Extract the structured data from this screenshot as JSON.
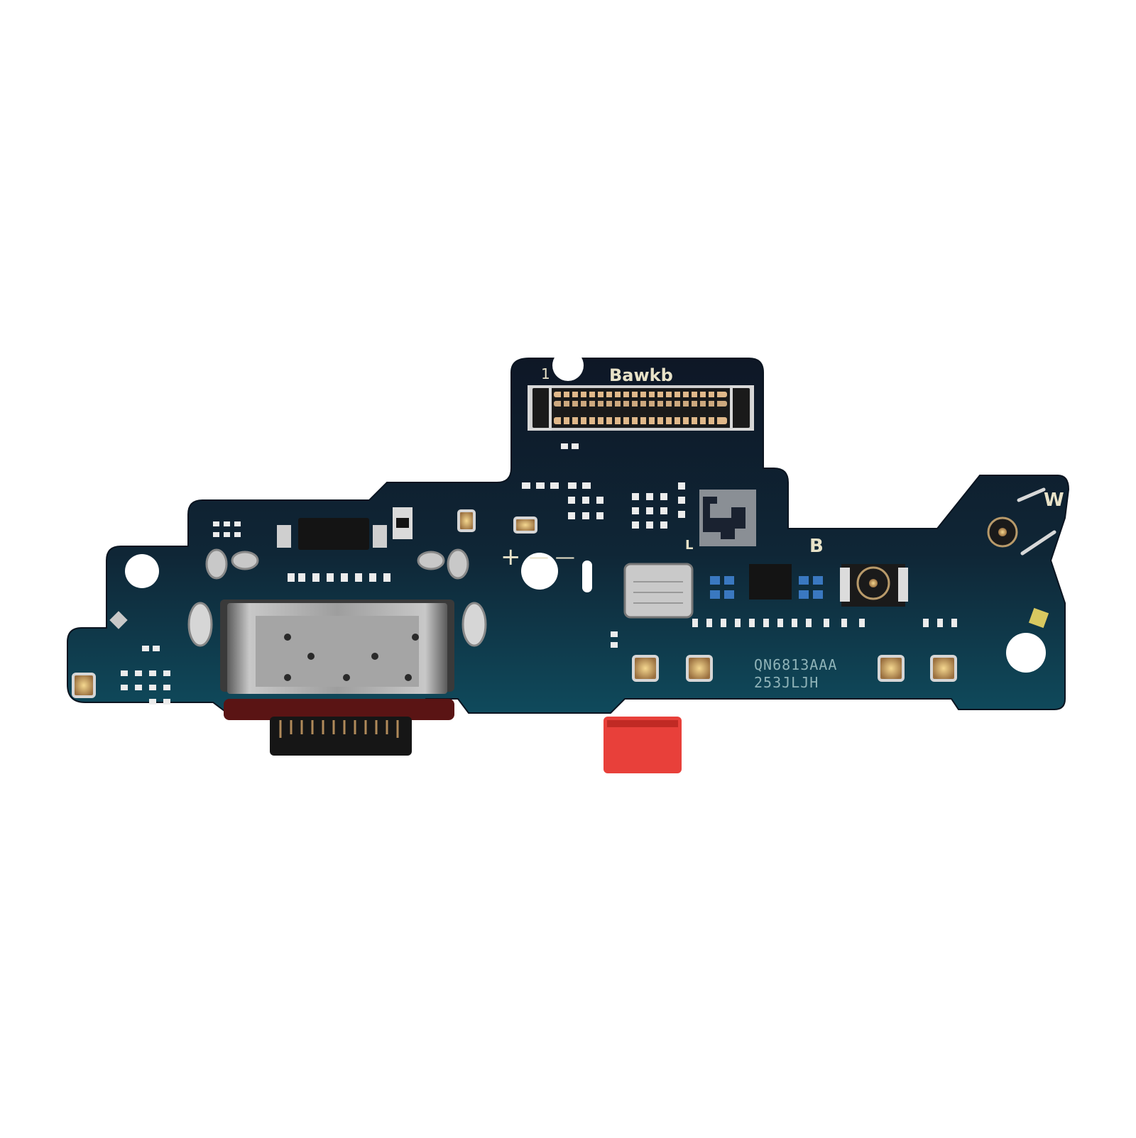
{
  "image": {
    "subject": "USB-C charging port PCB board",
    "background_color": "#ffffff"
  },
  "board": {
    "colors": {
      "solder_mask_dark": "#0f1b2a",
      "solder_mask_teal": "#0f4a5c",
      "silkscreen": "#e8e2c8",
      "gold_pad": "#c9a060",
      "usb_shell": "#9a9a9a",
      "red_tab": "#e8403a",
      "maroon_lip": "#5a1414"
    },
    "labels": {
      "connector_name": "Bawkb",
      "pin1_marker": "1",
      "antenna_w": "W",
      "marker_b": "B",
      "marker_l": "L",
      "plus_sign": "+",
      "minus_sign": "—  —"
    },
    "part_marking": {
      "line1": "QN6813AAA",
      "line2": "253JLJH"
    }
  }
}
